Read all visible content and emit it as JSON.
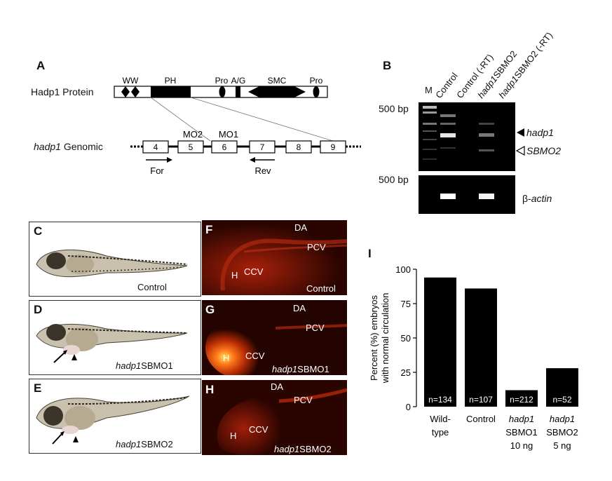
{
  "panelA": {
    "letter": "A",
    "protein_label": "Hadp1 Protein",
    "genomic_label_italic": "hadp1",
    "genomic_label_rest": " Genomic",
    "domains": [
      "WW",
      "PH",
      "Pro",
      "A/G",
      "SMC",
      "Pro"
    ],
    "exons": [
      "4",
      "5",
      "6",
      "7",
      "8",
      "9"
    ],
    "morpholinos": [
      "MO2",
      "MO1"
    ],
    "primers": [
      "For",
      "Rev"
    ]
  },
  "panelB": {
    "letter": "B",
    "lanes": [
      {
        "italic": "",
        "rest": "M"
      },
      {
        "italic": "",
        "rest": "Control"
      },
      {
        "italic": "",
        "rest": "Control (-RT)"
      },
      {
        "italic": "hadp1",
        "rest": "SBMO2"
      },
      {
        "italic": "hadp1",
        "rest": "SBMO2 (-RT)"
      }
    ],
    "marker_top": "500 bp",
    "marker_bottom": "500 bp",
    "band_hadp1": "hadp1",
    "band_sbmo2": "SBMO2",
    "actin_prefix": "β-",
    "actin_italic": "actin"
  },
  "panelsCDE": [
    {
      "letter": "C",
      "caption_italic": "",
      "caption_rest": "Control"
    },
    {
      "letter": "D",
      "caption_italic": "hadp1",
      "caption_rest": "SBMO1"
    },
    {
      "letter": "E",
      "caption_italic": "hadp1",
      "caption_rest": "SBMO2"
    }
  ],
  "panelsFGH": [
    {
      "letter": "F",
      "labels": [
        "DA",
        "PCV",
        "H",
        "CCV"
      ],
      "caption_italic": "",
      "caption_rest": "Control"
    },
    {
      "letter": "G",
      "labels": [
        "DA",
        "PCV",
        "H",
        "CCV"
      ],
      "caption_italic": "hadp1",
      "caption_rest": "SBMO1"
    },
    {
      "letter": "H",
      "labels": [
        "DA",
        "PCV",
        "H",
        "CCV"
      ],
      "caption_italic": "hadp1",
      "caption_rest": "SBMO2"
    }
  ],
  "panelI": {
    "letter": "I",
    "chart_data": {
      "type": "bar",
      "categories": [
        "Wild-type",
        "Control",
        "hadp1 SBMO1 10 ng",
        "hadp1 SBMO2 5 ng"
      ],
      "category_lines": [
        [
          {
            "t": "Wild-",
            "i": false
          },
          {
            "t": "type",
            "i": false
          }
        ],
        [
          {
            "t": "Control",
            "i": false
          }
        ],
        [
          {
            "t": "hadp1",
            "i": true
          },
          {
            "t": "SBMO1",
            "i": false
          },
          {
            "t": "10 ng",
            "i": false
          }
        ],
        [
          {
            "t": "hadp1",
            "i": true
          },
          {
            "t": "SBMO2",
            "i": false
          },
          {
            "t": "5 ng",
            "i": false
          }
        ]
      ],
      "values": [
        94,
        86,
        12,
        28
      ],
      "bar_labels": [
        "n=134",
        "n=107",
        "n=212",
        "n=52"
      ],
      "ylabel_line1": "Percent (%) embryos",
      "ylabel_line2": "with normal circulation",
      "yticks": [
        "0",
        "25",
        "50",
        "75",
        "100"
      ],
      "ylim": [
        0,
        100
      ],
      "bar_color": "#000000"
    }
  }
}
